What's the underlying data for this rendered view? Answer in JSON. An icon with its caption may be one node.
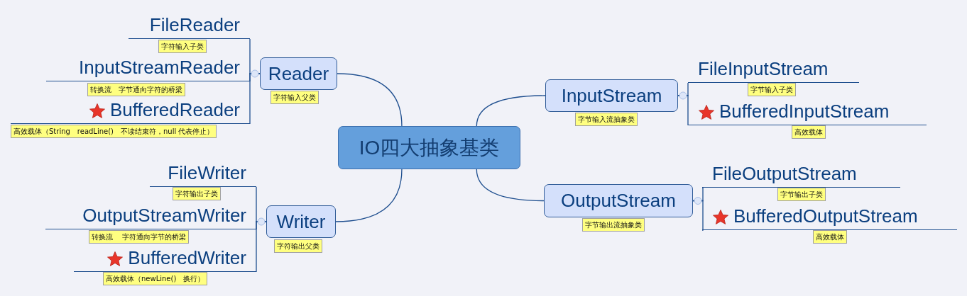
{
  "diagram": {
    "nodes": [
      {
        "text": [
          "IO四大抽象基类"
        ]
      },
      {
        "text": [
          "Reader"
        ],
        "beside": [
          "字符输入父类"
        ]
      },
      {
        "text": [
          "FileReader"
        ],
        "beside": [
          "字符输入子类"
        ]
      },
      {
        "text": [
          "InputStreamReader"
        ],
        "beside": [
          "转换流　字节通向字符的桥梁"
        ]
      },
      {
        "text": [
          "BufferedReader"
        ],
        "beside": [
          "高效载体（String　readLine()　不读结束符，null 代表停止）"
        ]
      },
      {
        "text": [
          "Writer"
        ],
        "beside": [
          "字符输出父类"
        ]
      },
      {
        "text": [
          "FileWriter"
        ],
        "beside": [
          "字符输出子类"
        ]
      },
      {
        "text": [
          "OutputStreamWriter"
        ],
        "beside": [
          "转换流　 字符通向字节的桥梁"
        ]
      },
      {
        "text": [
          "BufferedWriter"
        ],
        "beside": [
          "高效载体（newLine()　换行）"
        ]
      },
      {
        "text": [
          "InputStream"
        ],
        "beside": [
          "字节输入流抽象类"
        ]
      },
      {
        "text": [
          "FileInputStream"
        ],
        "beside": [
          "字节输入子类"
        ]
      },
      {
        "text": [
          "BufferedInputStream"
        ],
        "beside": [
          "高效载体"
        ]
      },
      {
        "text": [
          "OutputStream"
        ],
        "beside": [
          "字节输出流抽象类"
        ]
      },
      {
        "text": [
          "FileOutputStream"
        ],
        "beside": [
          "字节输出子类"
        ]
      },
      {
        "text": [
          "BufferedOutputStream"
        ],
        "beside": [
          "高效载体"
        ]
      }
    ],
    "edges": [
      {
        "from": 0,
        "to": 1,
        "arrow": "none"
      },
      {
        "from": 1,
        "to": 2,
        "arrow": "none"
      },
      {
        "from": 1,
        "to": 3,
        "arrow": "none"
      },
      {
        "from": 1,
        "to": 4,
        "arrow": "none"
      },
      {
        "from": 0,
        "to": 5,
        "arrow": "none"
      },
      {
        "from": 5,
        "to": 6,
        "arrow": "none"
      },
      {
        "from": 5,
        "to": 7,
        "arrow": "none"
      },
      {
        "from": 5,
        "to": 8,
        "arrow": "none"
      },
      {
        "from": 0,
        "to": 9,
        "arrow": "none"
      },
      {
        "from": 9,
        "to": 10,
        "arrow": "none"
      },
      {
        "from": 9,
        "to": 11,
        "arrow": "none"
      },
      {
        "from": 0,
        "to": 12,
        "arrow": "none"
      },
      {
        "from": 12,
        "to": 13,
        "arrow": "none"
      },
      {
        "from": 12,
        "to": 14,
        "arrow": "none"
      }
    ]
  }
}
